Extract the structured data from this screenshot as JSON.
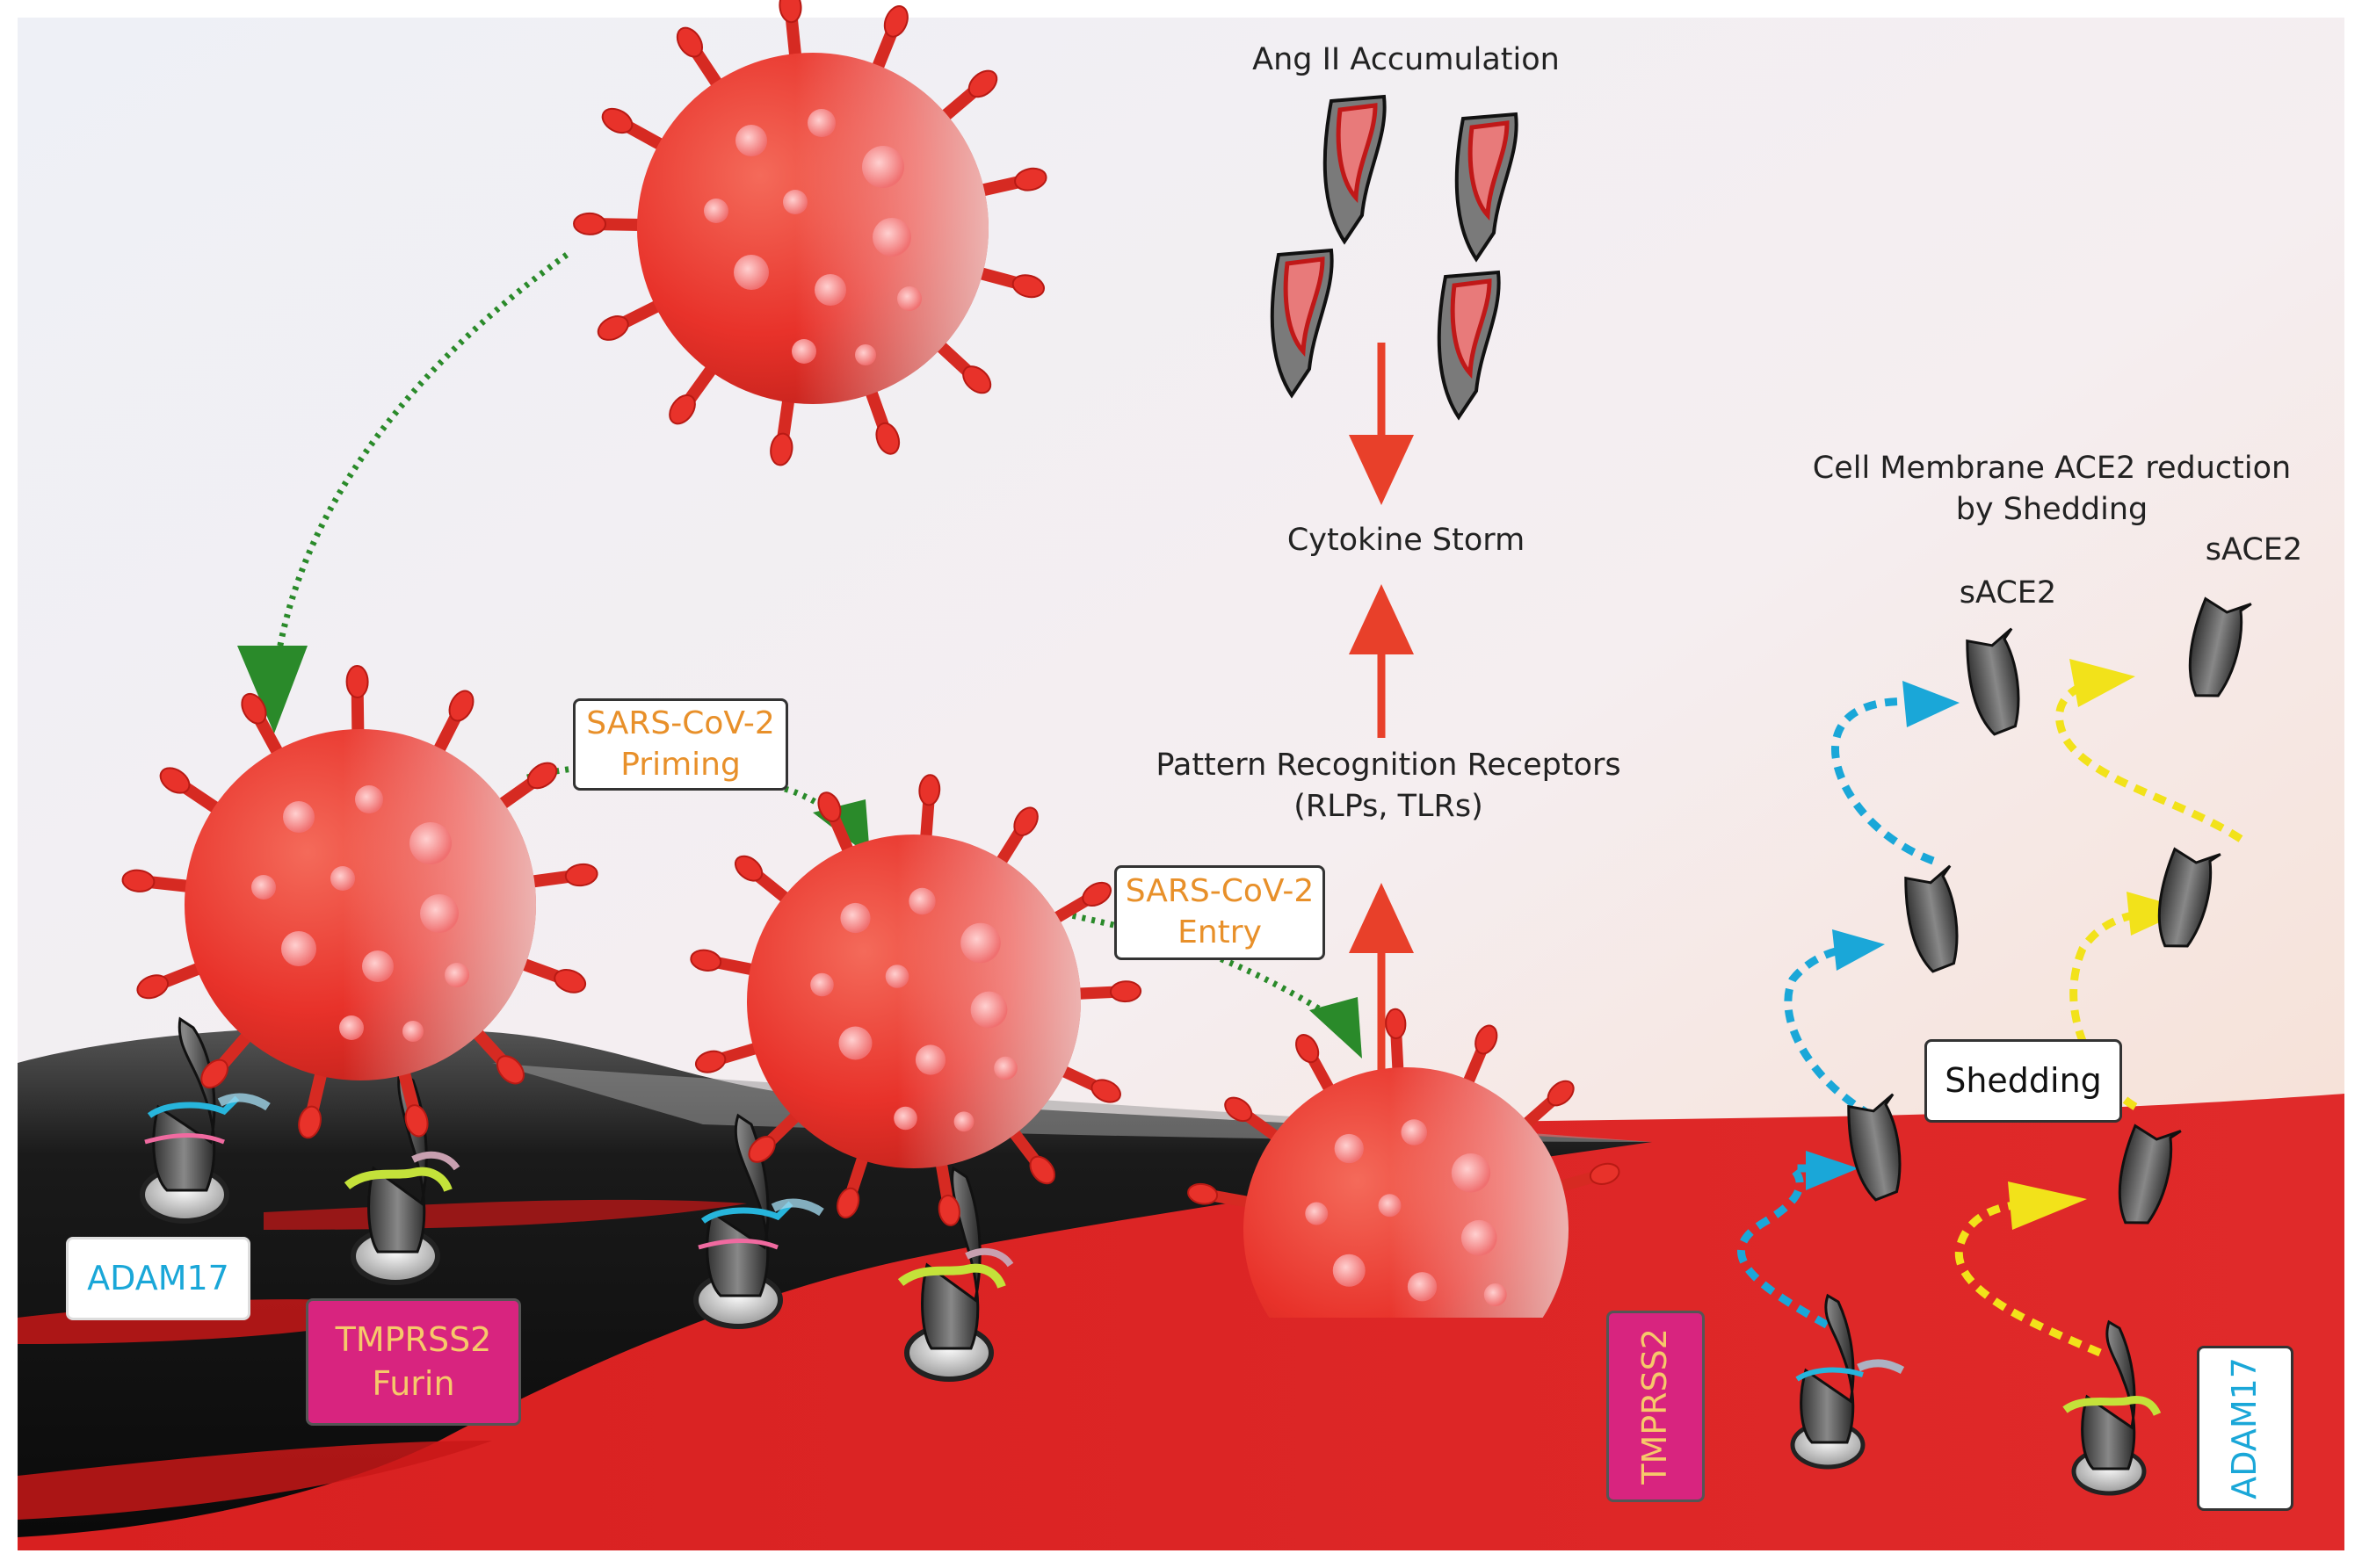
{
  "labels": {
    "ang_ii": "Ang II Accumulation",
    "cytokine_storm": "Cytokine Storm",
    "prr_line1": "Pattern Recognition Receptors",
    "prr_line2": "(RLPs, TLRs)",
    "membrane_line1": "Cell Membrane ACE2 reduction",
    "membrane_line2": "by Shedding",
    "sace2_left": "sACE2",
    "sace2_right": "sACE2"
  },
  "boxes": {
    "priming_line1": "SARS-CoV-2",
    "priming_line2": "Priming",
    "entry_line1": "SARS-CoV-2",
    "entry_line2": "Entry",
    "shedding": "Shedding",
    "adam17_left": "ADAM17",
    "tmprss2_furin_line1": "TMPRSS2",
    "tmprss2_furin_line2": "Furin",
    "tmprss2_right": "TMPRSS2",
    "adam17_right": "ADAM17"
  },
  "colors": {
    "virus_red": "#e8322a",
    "arrow_red": "#e8402a",
    "arrow_green": "#2a8a2a",
    "arrow_blue": "#1aa7d8",
    "arrow_yellow": "#f2e21a",
    "label_orange": "#e8902a",
    "tmprss2_fill": "#d8247f",
    "adam17_text": "#1aa7d8"
  }
}
